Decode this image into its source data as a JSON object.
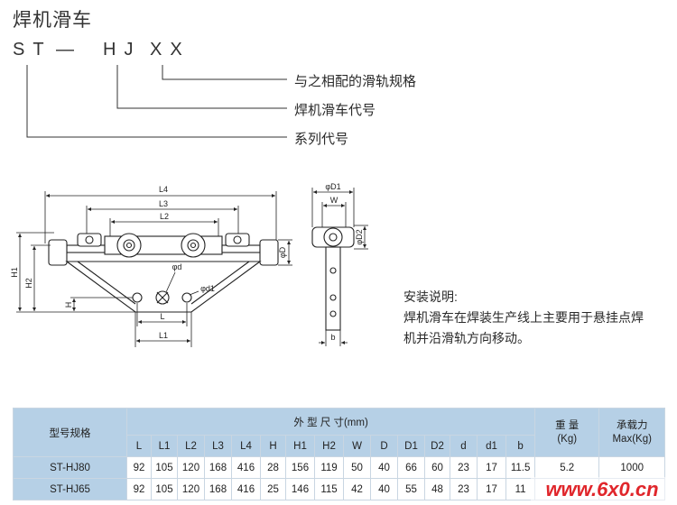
{
  "title": "焊机滑车",
  "code": {
    "part1": "ST",
    "dash": "—",
    "part2": "HJ",
    "part3": "XX"
  },
  "legend": [
    {
      "label": "与之相配的滑轨规格"
    },
    {
      "label": "焊机滑车代号"
    },
    {
      "label": "系列代号"
    }
  ],
  "drawing": {
    "labels": {
      "L4": "L4",
      "L3": "L3",
      "L2": "L2",
      "phiD": "φD",
      "H1": "H1",
      "H2": "H2",
      "H": "H",
      "phid": "φd",
      "phid1": "φd1",
      "L": "L",
      "L1": "L1",
      "phiD1": "φD1",
      "W": "W",
      "phiD2": "φD2",
      "b": "b"
    }
  },
  "install": {
    "heading": "安装说明:",
    "lines": [
      "焊机滑车在焊装生产线上主要用于悬挂点焊",
      "机并沿滑轨方向移动。"
    ]
  },
  "table": {
    "header_model": "型号规格",
    "header_dims": "外 型 尺 寸(mm)",
    "header_weight": [
      "重 量",
      "(Kg)"
    ],
    "header_capacity": [
      "承载力",
      "Max(Kg)"
    ],
    "columns": [
      "L",
      "L1",
      "L2",
      "L3",
      "L4",
      "H",
      "H1",
      "H2",
      "W",
      "D",
      "D1",
      "D2",
      "d",
      "d1",
      "b"
    ],
    "rows": [
      [
        "ST-HJ80",
        "92",
        "105",
        "120",
        "168",
        "416",
        "28",
        "156",
        "119",
        "50",
        "40",
        "66",
        "60",
        "23",
        "17",
        "11.5",
        "5.2",
        "1000"
      ],
      [
        "ST-HJ65",
        "92",
        "105",
        "120",
        "168",
        "416",
        "25",
        "146",
        "115",
        "42",
        "40",
        "55",
        "48",
        "23",
        "17",
        "11",
        "",
        ""
      ]
    ]
  },
  "watermark": "www.6x0.cn"
}
